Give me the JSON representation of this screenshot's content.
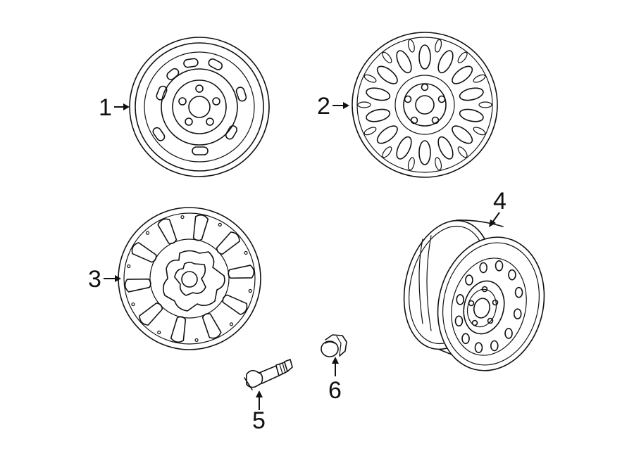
{
  "callouts": {
    "item_1": "1",
    "item_2": "2",
    "item_3": "3",
    "item_4": "4",
    "item_5": "5",
    "item_6": "6"
  },
  "icons": {
    "part_1": "steel-wheel-icon",
    "part_2": "alloy-wheel-spoked-icon",
    "part_3": "alloy-wheel-split-spoke-icon",
    "part_4": "spare-wheel-icon",
    "part_5": "valve-stem-icon",
    "part_6": "wheel-nut-cap-icon"
  },
  "colors": {
    "line": "#111111",
    "background": "#ffffff"
  }
}
